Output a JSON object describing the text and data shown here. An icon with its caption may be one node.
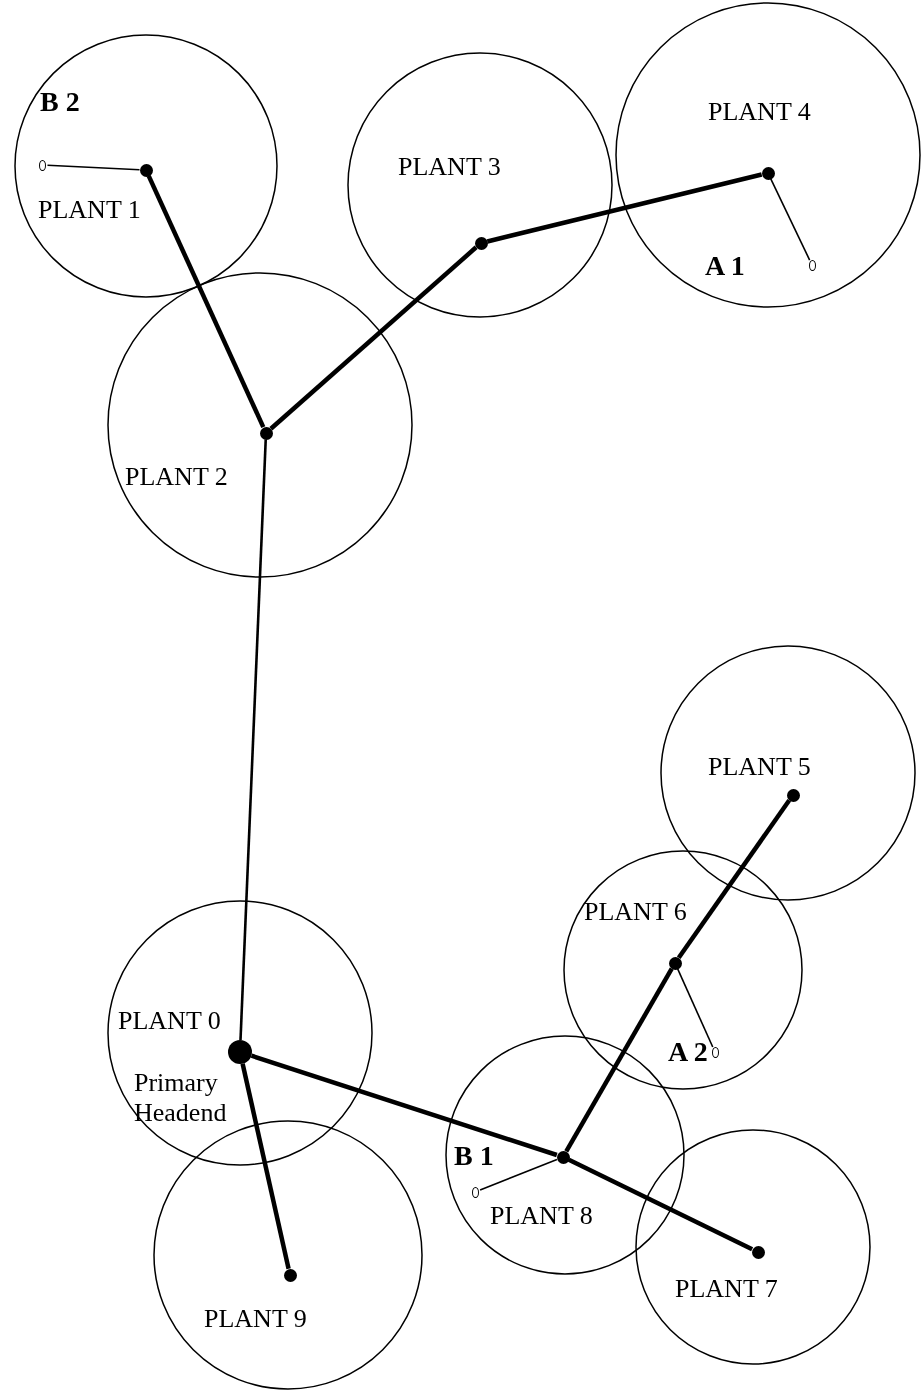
{
  "diagram": {
    "nodes": [
      {
        "text": [
          "PLANT  1"
        ]
      },
      {
        "text": [],
        "shape": "circle",
        "in": 0
      },
      {
        "text": [],
        "shape": "circle",
        "in": 0
      },
      {
        "text": [
          "PLANT 3"
        ]
      },
      {
        "text": [],
        "shape": "circle",
        "in": 3
      },
      {
        "text": [
          "PLANT 4"
        ]
      },
      {
        "text": [],
        "shape": "circle",
        "in": 5
      },
      {
        "text": [],
        "shape": "circle",
        "in": 5
      },
      {
        "text": [
          "PLANT 2"
        ]
      },
      {
        "text": [],
        "shape": "circle",
        "in": 8
      },
      {
        "text": [
          "PLANT 5"
        ]
      },
      {
        "text": [],
        "shape": "circle",
        "in": 10
      },
      {
        "text": [
          "PLANT 6"
        ]
      },
      {
        "text": [],
        "shape": "circle",
        "in": 12
      },
      {
        "text": [],
        "shape": "circle",
        "in": 12
      },
      {
        "text": [
          "PLANT 0",
          "Primary Headend"
        ]
      },
      {
        "text": [],
        "shape": "circle",
        "in": 15
      },
      {
        "text": [
          "PLANT 8"
        ]
      },
      {
        "text": [],
        "shape": "circle",
        "in": 17
      },
      {
        "text": [],
        "shape": "circle",
        "in": 17
      },
      {
        "text": [
          "PLANT  7"
        ]
      },
      {
        "text": [],
        "shape": "circle",
        "in": 20
      },
      {
        "text": [
          "PLANT 9"
        ]
      },
      {
        "text": [],
        "shape": "circle",
        "in": 22
      }
    ],
    "edges": [
      {
        "from": 2,
        "to": 9,
        "arrow": "none"
      },
      {
        "from": 9,
        "to": 4,
        "arrow": "none"
      },
      {
        "from": 4,
        "to": 6,
        "arrow": "none"
      },
      {
        "from": 2,
        "to": 1,
        "arrow": "none"
      },
      {
        "from": 6,
        "to": 7,
        "arrow": "none"
      },
      {
        "from": 9,
        "to": 16,
        "arrow": "none"
      },
      {
        "from": 16,
        "to": 19,
        "arrow": "none"
      },
      {
        "from": 16,
        "to": 23,
        "arrow": "none"
      },
      {
        "from": 19,
        "to": 21,
        "arrow": "none"
      },
      {
        "from": 19,
        "to": 13,
        "arrow": "none"
      },
      {
        "from": 13,
        "to": 11,
        "arrow": "none"
      },
      {
        "from": 13,
        "to": 14,
        "arrow": "none"
      },
      {
        "from": 19,
        "to": 18,
        "arrow": "none"
      }
    ],
    "labels": [
      "B 2",
      "A 1",
      "A 2",
      "B 1"
    ]
  }
}
